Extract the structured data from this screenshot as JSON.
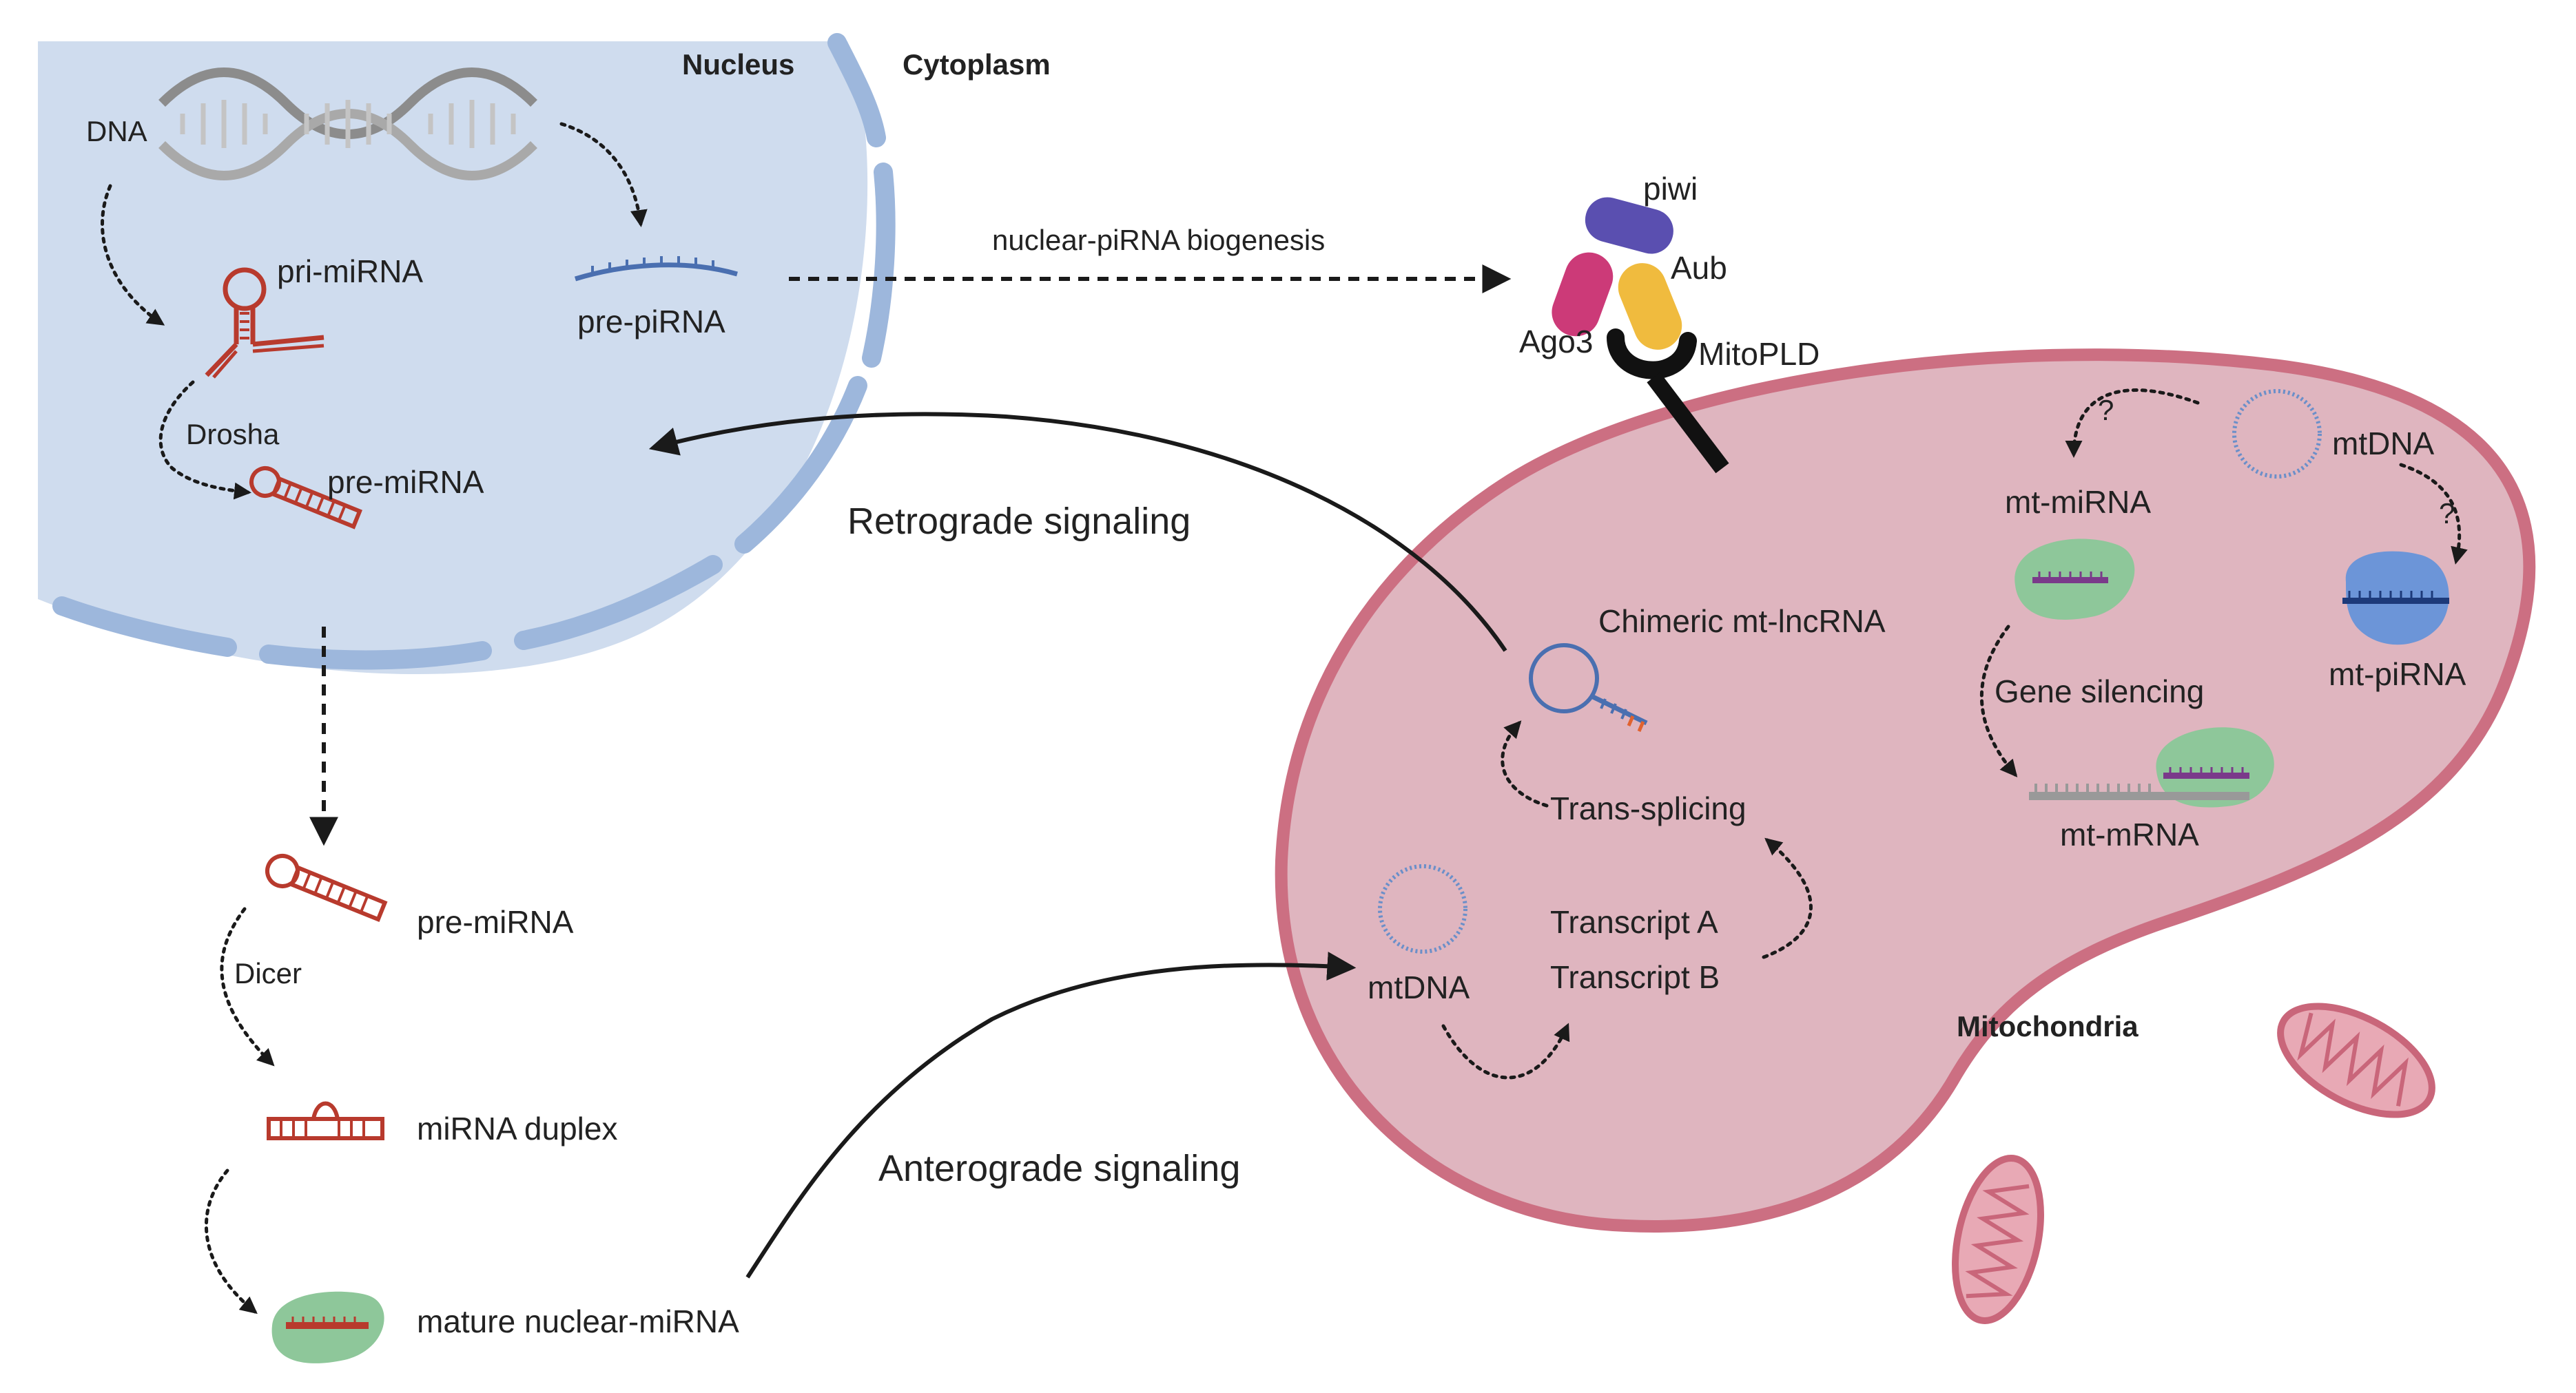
{
  "labels": {
    "nucleus": "Nucleus",
    "cytoplasm": "Cytoplasm",
    "dna": "DNA",
    "pri_mirna": "pri-miRNA",
    "pre_pirna": "pre-piRNA",
    "drosha": "Drosha",
    "pre_mirna_nuclear": "pre-miRNA",
    "nuclear_pirna_biogenesis": "nuclear-piRNA biogenesis",
    "piwi": "piwi",
    "aub": "Aub",
    "ago3": "Ago3",
    "mitopld": "MitoPLD",
    "retrograde": "Retrograde signaling",
    "anterograde": "Anterograde signaling",
    "pre_mirna_cyto": "pre-miRNA",
    "dicer": "Dicer",
    "mirna_duplex": "miRNA duplex",
    "mature_mirna": "mature nuclear-miRNA",
    "chimeric": "Chimeric mt-lncRNA",
    "trans_splicing": "Trans-splicing",
    "transcript_a": "Transcript A",
    "transcript_b": "Transcript B",
    "mtdna_lower": "mtDNA",
    "mtdna_upper": "mtDNA",
    "question_left": "?",
    "question_right": "?",
    "mt_mirna": "mt-miRNA",
    "gene_silencing": "Gene silencing",
    "mt_pirna": "mt-piRNA",
    "mt_mrna": "mt-mRNA",
    "mitochondria": "Mitochondria"
  },
  "colors": {
    "nucleus_fill": "#cfdcee",
    "nuclear_envelope": "#9db7dc",
    "mito_fill": "#dfb5bf",
    "mito_border": "#cc6f82",
    "rna_red": "#b83a2d",
    "green_protein": "#8ec79a",
    "piwi_purple": "#5a4fb0",
    "ago3_magenta": "#cc3a78",
    "aub_yellow": "#f0bb3e",
    "mtdna_blue": "#6b8fc9",
    "pirna_blue": "#6c95d8"
  },
  "icons": [
    "dna-helix-icon",
    "hairpin-rna-icon",
    "pirna-strand-icon",
    "protein-complex-icon",
    "mitochondrion-icon",
    "circular-dna-icon"
  ]
}
